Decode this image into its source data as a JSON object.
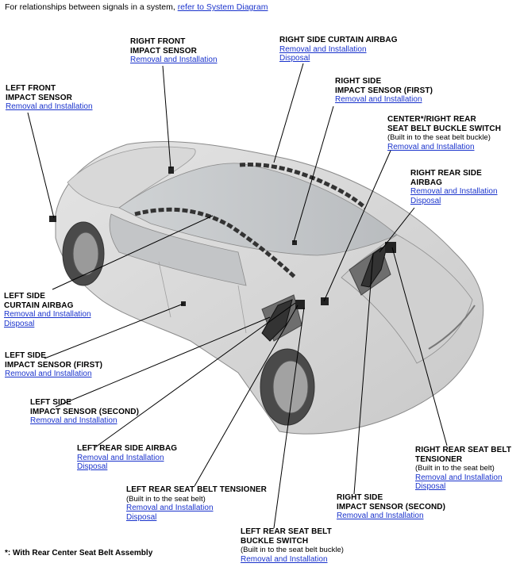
{
  "header": {
    "text": "For relationships between signals in a system, ",
    "link": "refer to System Diagram"
  },
  "labels": [
    {
      "id": "right-front-impact-sensor",
      "title": [
        "RIGHT FRONT",
        "IMPACT SENSOR"
      ],
      "links": [
        "Removal and Installation"
      ]
    },
    {
      "id": "right-side-curtain-airbag",
      "title": [
        "RIGHT SIDE CURTAIN AIRBAG"
      ],
      "links": [
        "Removal and Installation",
        "Disposal"
      ]
    },
    {
      "id": "left-front-impact-sensor",
      "title": [
        "LEFT FRONT",
        "IMPACT SENSOR"
      ],
      "links": [
        "Removal and Installation"
      ]
    },
    {
      "id": "right-side-impact-sensor-first",
      "title": [
        "RIGHT SIDE",
        "IMPACT SENSOR (FIRST)"
      ],
      "links": [
        "Removal and Installation"
      ]
    },
    {
      "id": "center-right-rear-buckle-switch",
      "title": [
        "CENTER*/RIGHT REAR",
        "SEAT BELT BUCKLE SWITCH"
      ],
      "note": "(Built in to the seat belt buckle)",
      "links": [
        "Removal and Installation"
      ]
    },
    {
      "id": "right-rear-side-airbag",
      "title": [
        "RIGHT REAR SIDE",
        "AIRBAG"
      ],
      "links": [
        "Removal and Installation",
        "Disposal"
      ]
    },
    {
      "id": "left-side-curtain-airbag",
      "title": [
        "LEFT SIDE",
        "CURTAIN AIRBAG"
      ],
      "links": [
        "Removal and Installation",
        "Disposal"
      ]
    },
    {
      "id": "left-side-impact-sensor-first",
      "title": [
        "LEFT SIDE",
        "IMPACT SENSOR (FIRST)"
      ],
      "links": [
        "Removal and Installation"
      ]
    },
    {
      "id": "left-side-impact-sensor-second",
      "title": [
        "LEFT SIDE",
        "IMPACT SENSOR (SECOND)"
      ],
      "links": [
        "Removal and Installation"
      ]
    },
    {
      "id": "left-rear-side-airbag",
      "title": [
        "LEFT REAR SIDE AIRBAG"
      ],
      "links": [
        "Removal and Installation",
        "Disposal"
      ]
    },
    {
      "id": "right-rear-seat-belt-tensioner",
      "title": [
        "RIGHT REAR SEAT BELT",
        "TENSIONER"
      ],
      "note": "(Built in to the seat belt)",
      "links": [
        "Removal and Installation",
        "Disposal"
      ]
    },
    {
      "id": "left-rear-seat-belt-tensioner",
      "title": [
        "LEFT REAR SEAT BELT TENSIONER"
      ],
      "note": "(Built in to the seat belt)",
      "links": [
        "Removal and Installation",
        "Disposal"
      ]
    },
    {
      "id": "right-side-impact-sensor-second",
      "title": [
        "RIGHT SIDE",
        "IMPACT SENSOR (SECOND)"
      ],
      "links": [
        "Removal and Installation"
      ]
    },
    {
      "id": "left-rear-buckle-switch",
      "title": [
        "LEFT REAR SEAT BELT",
        "BUCKLE SWITCH"
      ],
      "note": "(Built in to the seat belt buckle)",
      "links": [
        "Removal and Installation"
      ]
    }
  ],
  "footnote": "*: With Rear Center Seat Belt Assembly"
}
